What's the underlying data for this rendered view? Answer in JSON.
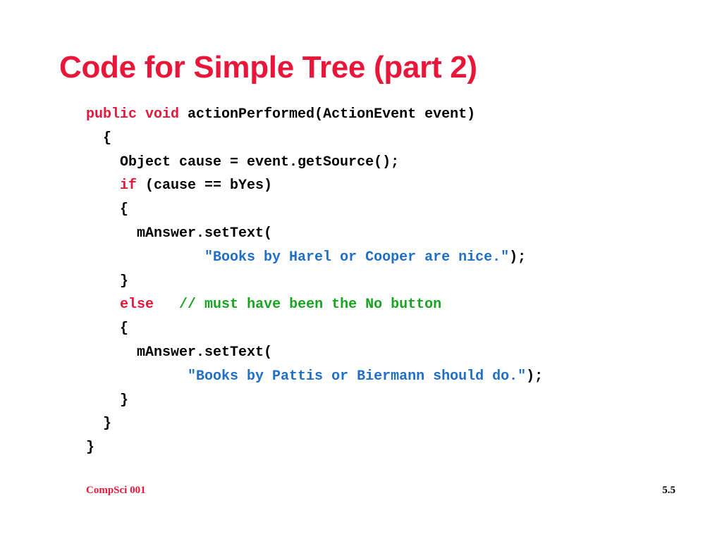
{
  "slide": {
    "title": "Code for Simple Tree (part 2)",
    "code": [
      [
        {
          "t": "public void",
          "c": "kw"
        },
        {
          "t": " actionPerformed(ActionEvent event)",
          "c": ""
        }
      ],
      [
        {
          "t": "  {",
          "c": ""
        }
      ],
      [
        {
          "t": "    Object cause = event.getSource();",
          "c": ""
        }
      ],
      [
        {
          "t": "    ",
          "c": ""
        },
        {
          "t": "if",
          "c": "kw"
        },
        {
          "t": " (cause == bYes)",
          "c": ""
        }
      ],
      [
        {
          "t": "    {",
          "c": ""
        }
      ],
      [
        {
          "t": "      mAnswer.setText(",
          "c": ""
        }
      ],
      [
        {
          "t": "              ",
          "c": ""
        },
        {
          "t": "\"Books by Harel or Cooper are nice.\"",
          "c": "str"
        },
        {
          "t": ");",
          "c": ""
        }
      ],
      [
        {
          "t": "    }",
          "c": ""
        }
      ],
      [
        {
          "t": "    ",
          "c": ""
        },
        {
          "t": "else",
          "c": "kw"
        },
        {
          "t": "   ",
          "c": ""
        },
        {
          "t": "// must have been the No button",
          "c": "cm"
        }
      ],
      [
        {
          "t": "    {",
          "c": ""
        }
      ],
      [
        {
          "t": "      mAnswer.setText(",
          "c": ""
        }
      ],
      [
        {
          "t": "            ",
          "c": ""
        },
        {
          "t": "\"Books by Pattis or Biermann should do.\"",
          "c": "str"
        },
        {
          "t": ");",
          "c": ""
        }
      ],
      [
        {
          "t": "    }",
          "c": ""
        }
      ],
      [
        {
          "t": "  }",
          "c": ""
        }
      ],
      [
        {
          "t": "}",
          "c": ""
        }
      ]
    ],
    "footer_left": "CompSci 001",
    "footer_right": "5.5"
  },
  "colors": {
    "title": "#e8173a",
    "keyword": "#e8173a",
    "comment": "#17a51f",
    "string": "#1f6fc8",
    "text": "#000000"
  }
}
